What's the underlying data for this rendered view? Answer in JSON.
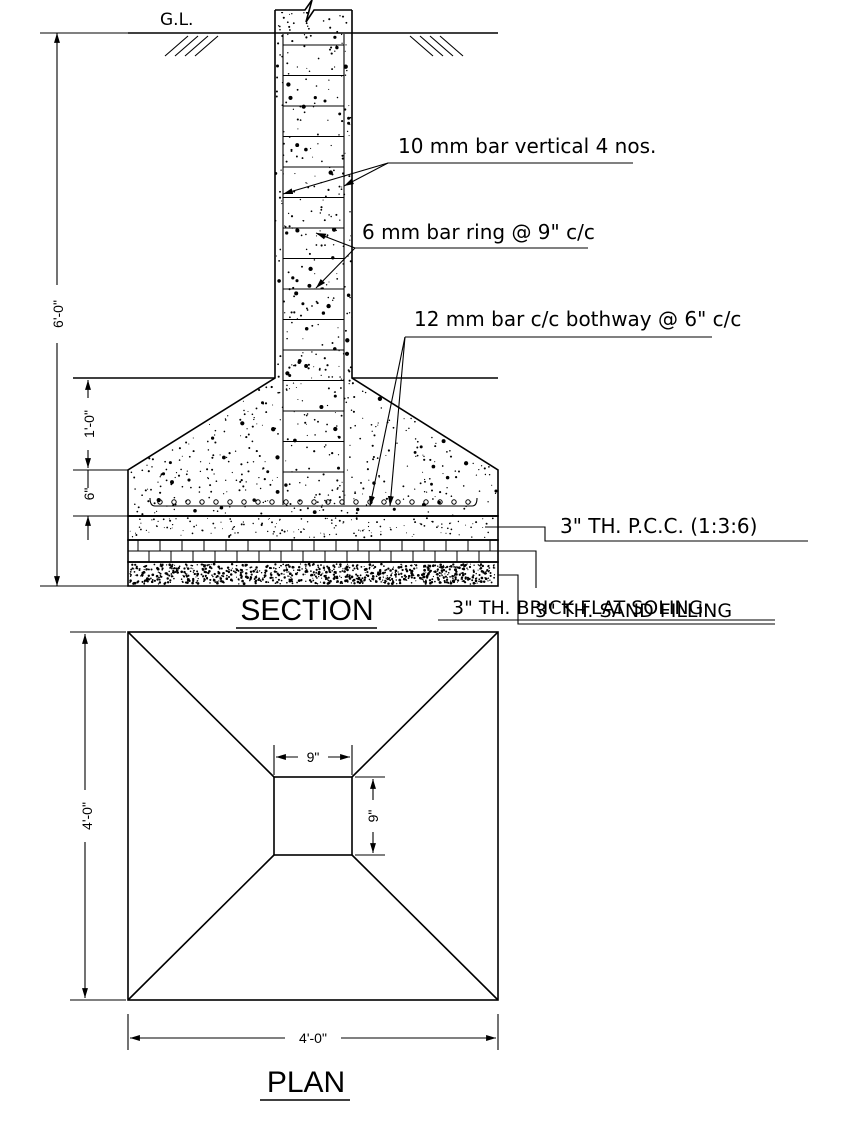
{
  "section": {
    "title": "SECTION",
    "ground_label": "G.L.",
    "dim_total": "6'-0\"",
    "dim_taper": "1'-0\"",
    "dim_base": "6\""
  },
  "callouts": {
    "vertical_bars": "10 mm bar vertical 4 nos.",
    "ring_bars": "6 mm bar ring  @ 9\" c/c",
    "mesh_bars": "12 mm bar c/c bothway @ 6\" c/c",
    "pcc": "3\" TH. P.C.C. (1:3:6)",
    "brick_soling": "3\" TH. BRICK FLAT SOLING",
    "sand_filling": "3\" TH. SAND FILLING"
  },
  "plan": {
    "title": "PLAN",
    "dim_width": "4'-0\"",
    "dim_height": "4'-0\"",
    "dim_col_width": "9\"",
    "dim_col_height": "9\""
  }
}
